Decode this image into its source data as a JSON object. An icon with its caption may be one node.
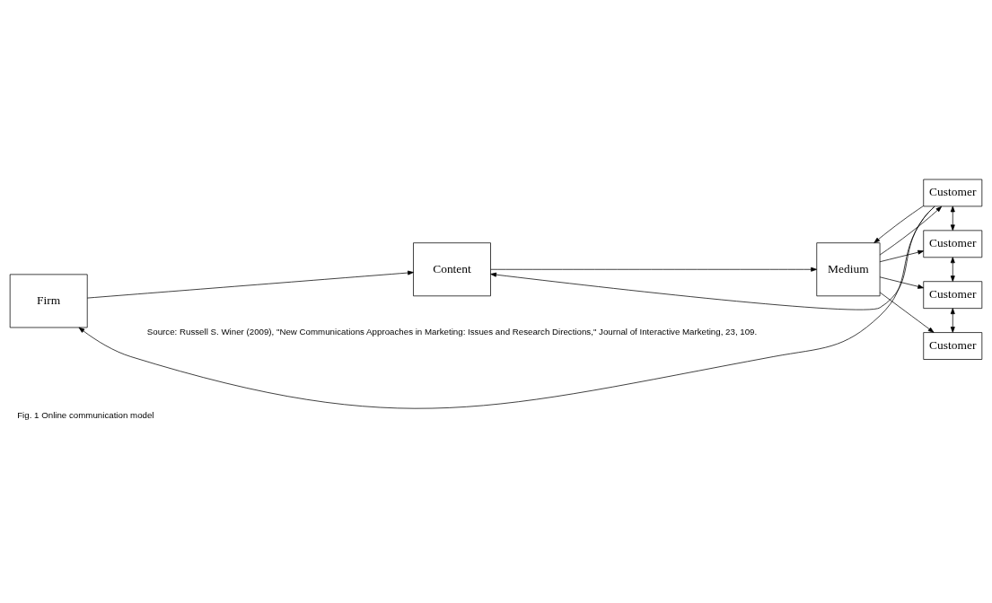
{
  "diagram": {
    "caption": "Fig. 1 Online communication model",
    "nodes": [
      {
        "text": [
          "Firm"
        ]
      },
      {
        "text": [
          "Content"
        ]
      },
      {
        "text": [
          "Medium"
        ]
      },
      {
        "text": [
          "Customer"
        ]
      },
      {
        "text": [
          "Customer"
        ]
      },
      {
        "text": [
          "Customer"
        ]
      },
      {
        "text": [
          "Customer"
        ]
      }
    ],
    "edges": [
      {
        "from": 0,
        "to": 1,
        "arrow": "to"
      },
      {
        "from": 1,
        "to": 2,
        "arrow": "to"
      },
      {
        "from": 3,
        "to": 0,
        "arrow": "to"
      },
      {
        "from": 3,
        "to": 1,
        "arrow": "to"
      },
      {
        "from": 3,
        "to": 2,
        "arrow": "to"
      },
      {
        "from": 2,
        "to": 3,
        "arrow": "to"
      },
      {
        "from": 2,
        "to": 4,
        "arrow": "to"
      },
      {
        "from": 2,
        "to": 5,
        "arrow": "to"
      },
      {
        "from": 2,
        "to": 6,
        "arrow": "to"
      },
      {
        "from": 3,
        "to": 4,
        "arrow": "both"
      },
      {
        "from": 4,
        "to": 5,
        "arrow": "both"
      },
      {
        "from": 5,
        "to": 6,
        "arrow": "both"
      }
    ],
    "labels": [
      "Source: Russell S. Winer (2009), \"New Communications Approaches in Marketing: Issues and Research Directions,\" Journal of Interactive Marketing, 23, 109."
    ]
  }
}
